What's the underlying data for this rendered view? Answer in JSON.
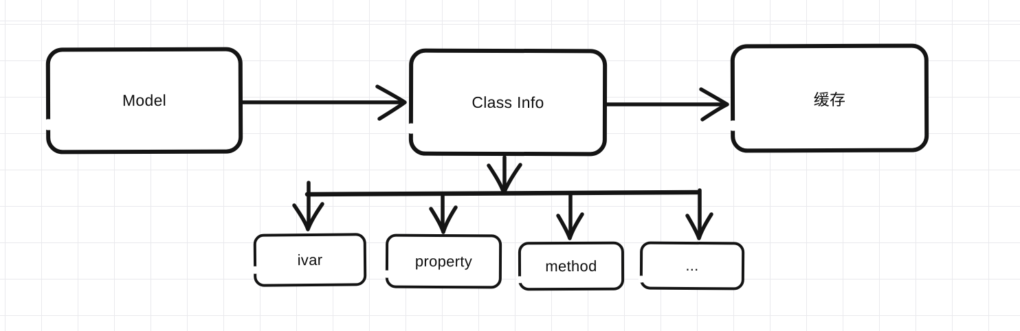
{
  "diagram": {
    "colors": {
      "stroke": "#141414",
      "canvas": "#ffffff",
      "grid": "#e9e9ed"
    },
    "nodes": {
      "model": {
        "label": "Model"
      },
      "class_info": {
        "label": "Class Info"
      },
      "cache": {
        "label": "缓存"
      },
      "ivar": {
        "label": "ivar"
      },
      "property": {
        "label": "property"
      },
      "method": {
        "label": "method"
      },
      "more": {
        "label": "..."
      }
    },
    "edges": [
      {
        "from": "model",
        "to": "class_info",
        "style": "arrow-right"
      },
      {
        "from": "class_info",
        "to": "cache",
        "style": "arrow-right"
      },
      {
        "from": "class_info",
        "to": "branch-line",
        "style": "arrow-down"
      },
      {
        "from": "branch-line",
        "to": "ivar",
        "style": "arrow-down"
      },
      {
        "from": "branch-line",
        "to": "property",
        "style": "arrow-down"
      },
      {
        "from": "branch-line",
        "to": "method",
        "style": "arrow-down"
      },
      {
        "from": "branch-line",
        "to": "more",
        "style": "arrow-down"
      }
    ]
  }
}
